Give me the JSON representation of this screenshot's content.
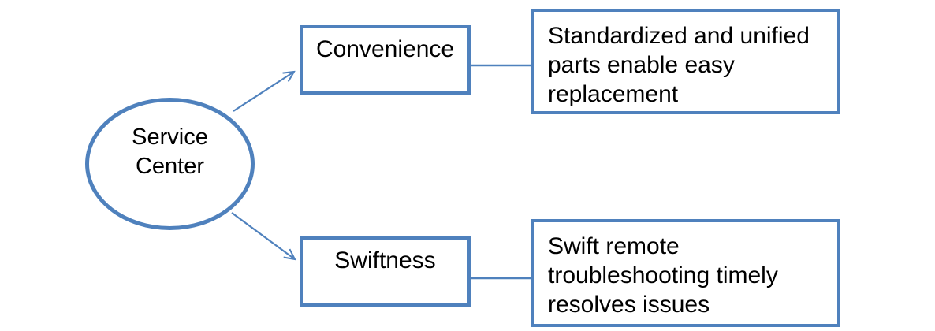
{
  "diagram": {
    "accent_color": "#4F81BD",
    "text_color": "#000000",
    "background_color": "#FFFFFF",
    "root": {
      "label": "Service\nCenter",
      "shape": "ellipse"
    },
    "branches": [
      {
        "label": "Convenience",
        "description": "Standardized and unified\nparts enable easy\nreplacement"
      },
      {
        "label": "Swiftness",
        "description": "Swift remote\ntroubleshooting timely\nresolves issues"
      }
    ],
    "connections": [
      {
        "from": "service-center",
        "to": "convenience",
        "style": "arrow"
      },
      {
        "from": "service-center",
        "to": "swiftness",
        "style": "arrow"
      },
      {
        "from": "convenience",
        "to": "convenience-description",
        "style": "line"
      },
      {
        "from": "swiftness",
        "to": "swiftness-description",
        "style": "line"
      }
    ]
  }
}
